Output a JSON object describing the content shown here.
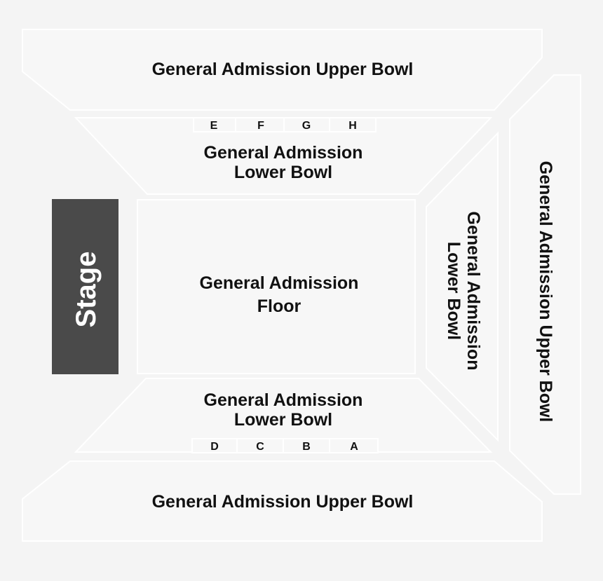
{
  "map": {
    "stage": "Stage",
    "floor": {
      "line1": "General Admission",
      "line2": "Floor"
    },
    "upper_top": "General Admission Upper Bowl",
    "upper_bottom": "General Admission Upper Bowl",
    "upper_right": "General Admission Upper Bowl",
    "lower_top": {
      "line1": "General Admission",
      "line2": "Lower Bowl"
    },
    "lower_bottom": {
      "line1": "General Admission",
      "line2": "Lower Bowl"
    },
    "lower_right": {
      "line1": "General Admission",
      "line2": "Lower Bowl"
    },
    "sections_top": [
      "E",
      "F",
      "G",
      "H"
    ],
    "sections_bottom": [
      "D",
      "C",
      "B",
      "A"
    ]
  }
}
